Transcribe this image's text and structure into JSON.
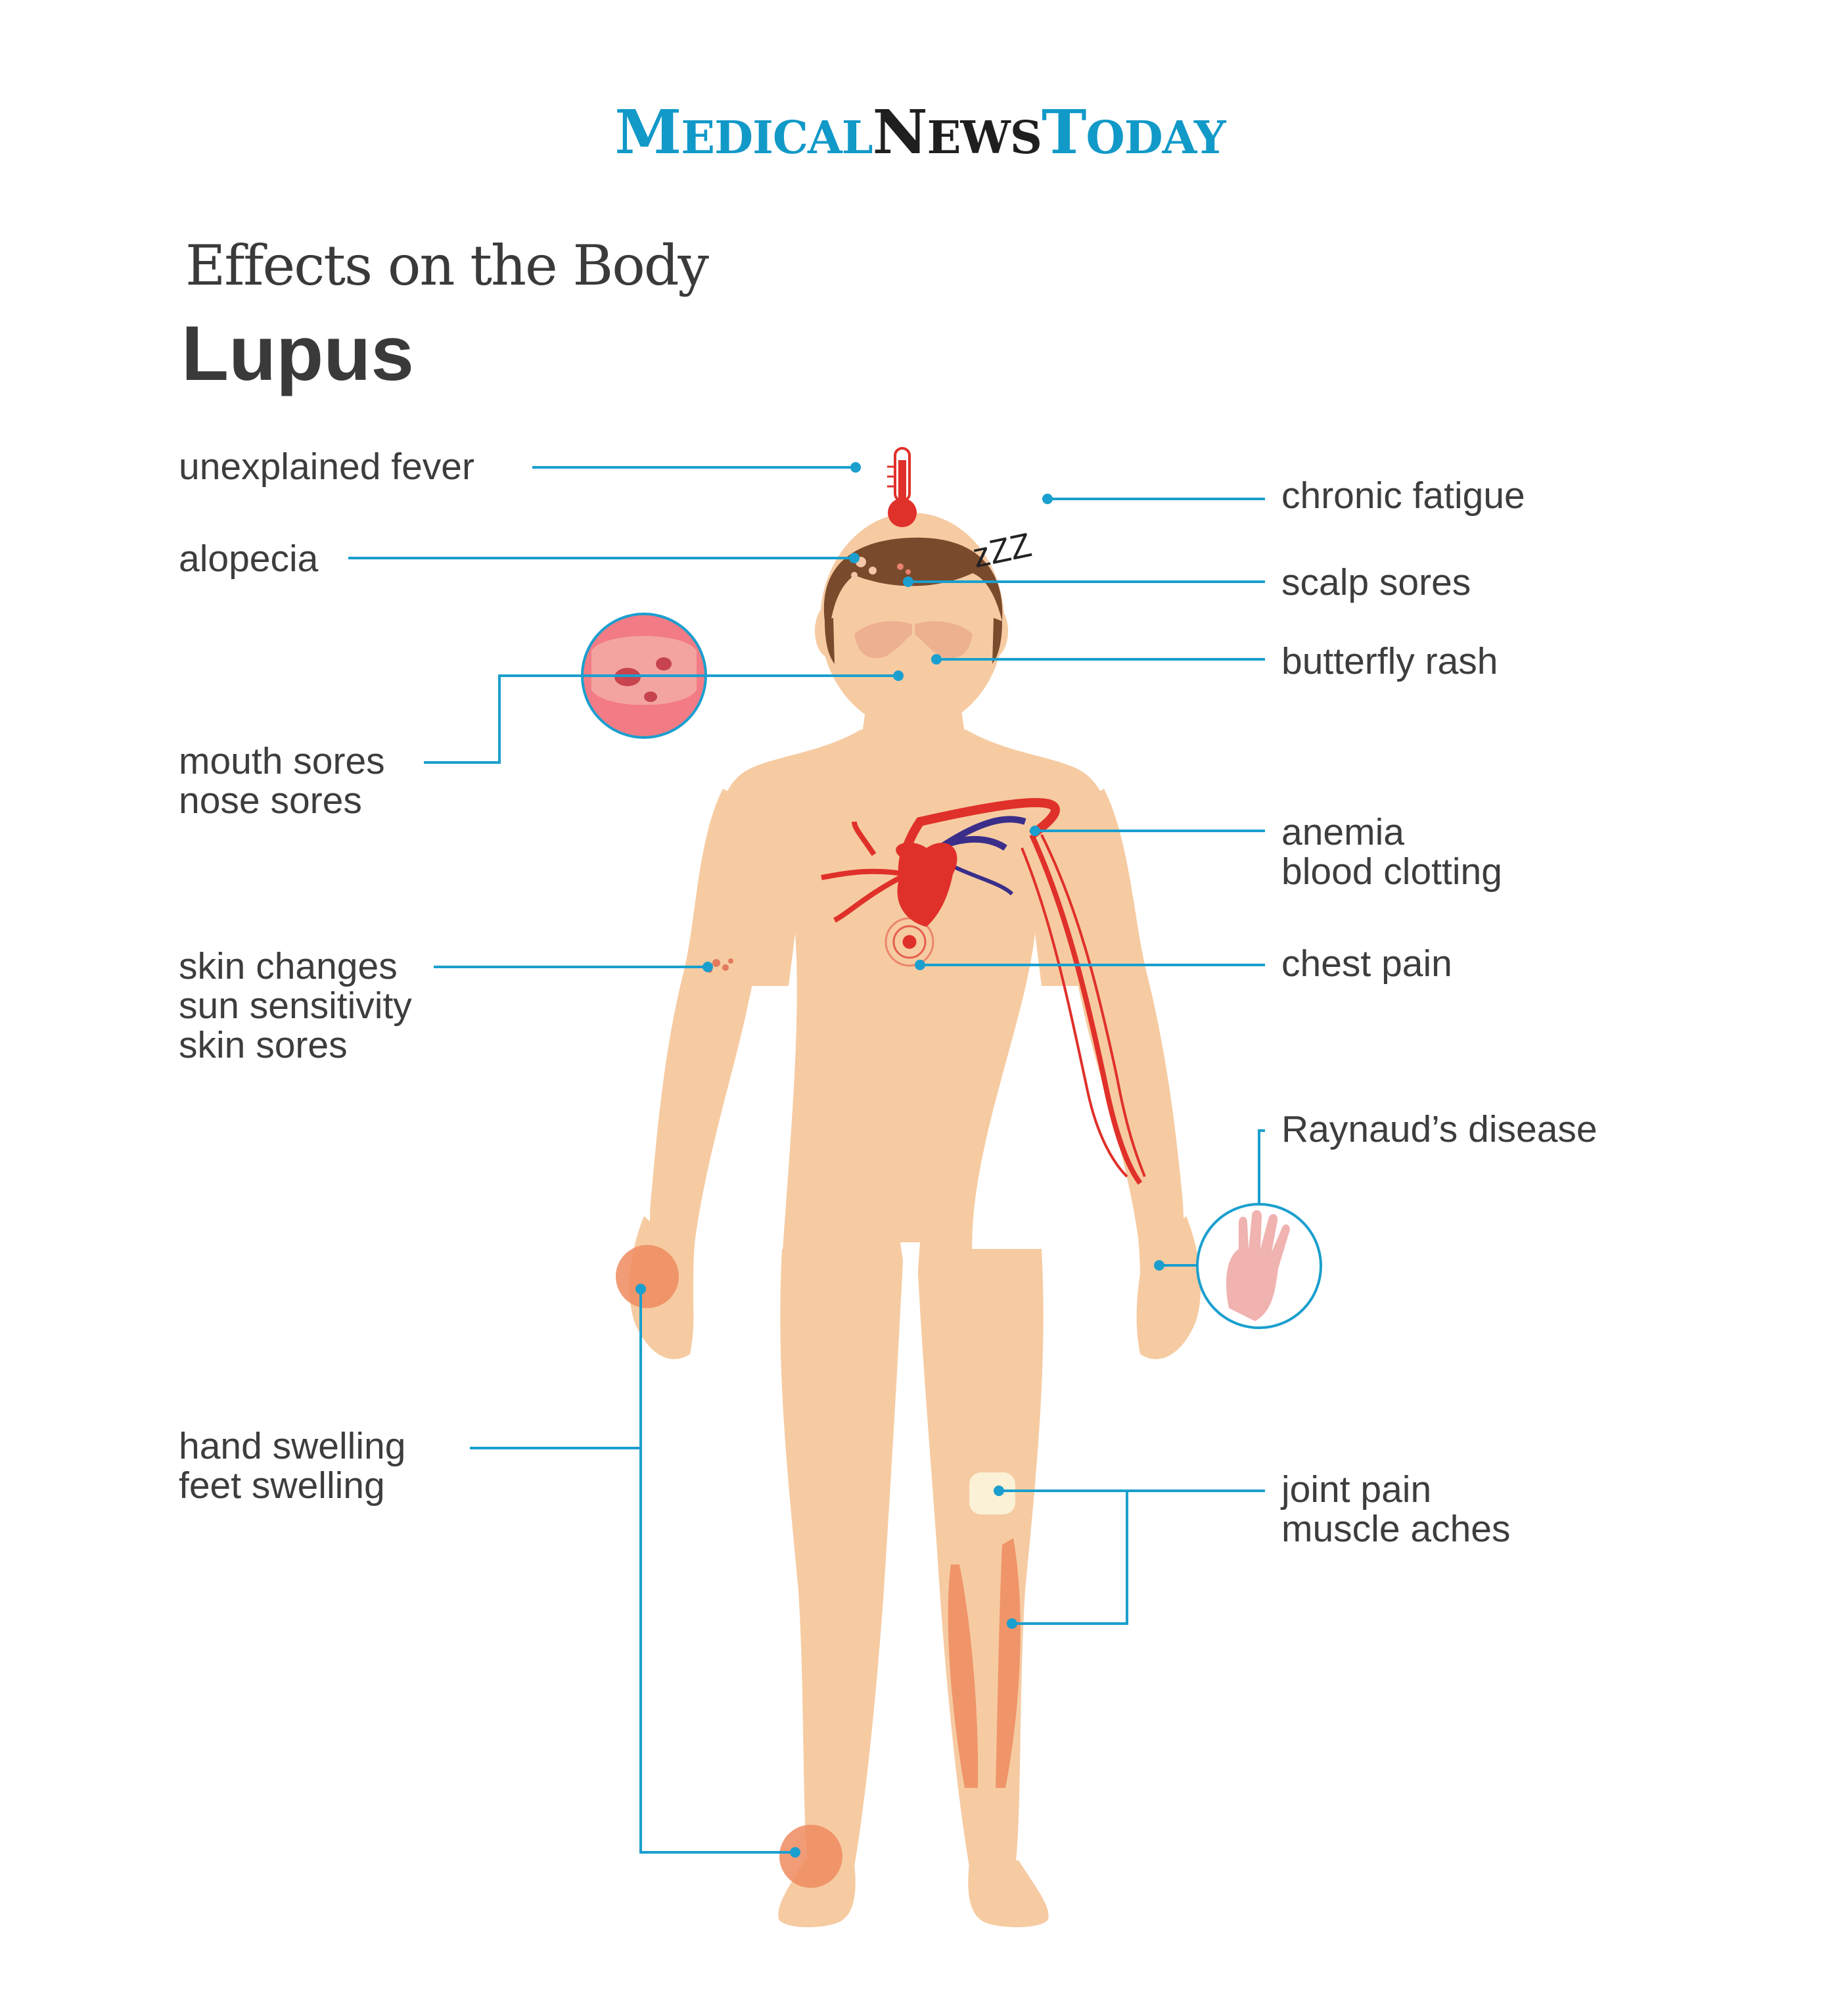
{
  "brand": {
    "medical_first": "M",
    "medical_rest": "EDICAL",
    "news_first": "N",
    "news_rest": "EWS",
    "today_first": "T",
    "today_rest": "ODAY",
    "colors": {
      "blue": "#1199c8",
      "dark": "#1f1f1f"
    }
  },
  "header": {
    "subtitle": "Effects on the Body",
    "title": "Lupus"
  },
  "colors": {
    "skin": "#f6cba2",
    "hair": "#7a4a2c",
    "leader": "#1a9fce",
    "artery": "#e0302a",
    "vein": "#3a2e8a",
    "text": "#3d3d3d"
  },
  "icons": [
    "thermometer-icon",
    "sleep-zzz-icon",
    "mouth-sores-inset",
    "raynauds-hand-inset",
    "chest-pain-target-icon"
  ],
  "zzz": "zZZ",
  "labels": {
    "fever": "unexplained fever",
    "alopecia": "alopecia",
    "mouth": [
      "mouth sores",
      "nose sores"
    ],
    "skin": [
      "skin changes",
      "sun sensitivity",
      "skin sores"
    ],
    "swelling": [
      "hand swelling",
      "feet swelling"
    ],
    "fatigue": "chronic fatigue",
    "scalp": "scalp sores",
    "rash": "butterfly rash",
    "anemia": [
      "anemia",
      "blood clotting"
    ],
    "chest": "chest pain",
    "raynaud": "Raynaud’s disease",
    "joint": [
      "joint pain",
      "muscle aches"
    ]
  }
}
